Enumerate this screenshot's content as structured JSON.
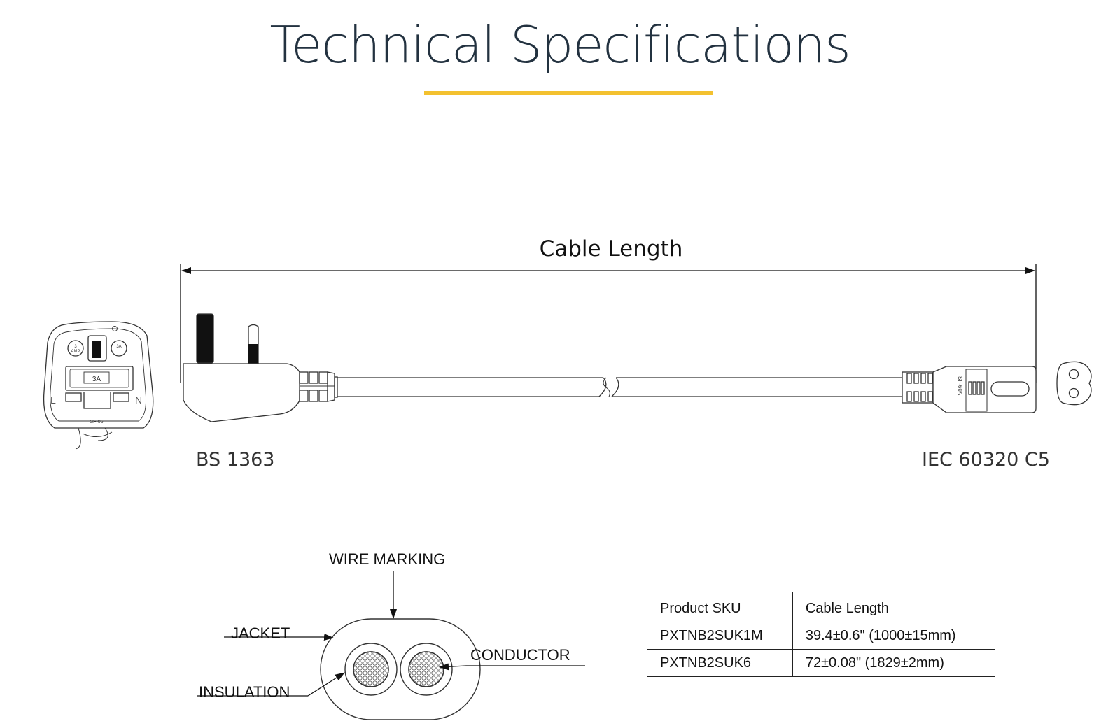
{
  "header": {
    "title": "Technical Specifications",
    "accent_color": "#f3c12f"
  },
  "diagram": {
    "cable_length_label": "Cable Length",
    "left_connector": {
      "label": "BS 1363",
      "face_marks": [
        "3 AMP",
        "3A",
        "3A",
        "L",
        "N",
        "SF-06"
      ]
    },
    "right_connector": {
      "label": "IEC 60320 C5",
      "body_mark": "SF-60A"
    }
  },
  "cross_section": {
    "wire_marking": "WIRE MARKING",
    "jacket": "JACKET",
    "insulation": "INSULATION",
    "conductor": "CONDUCTOR"
  },
  "table": {
    "headers": [
      "Product SKU",
      "Cable Length"
    ],
    "rows": [
      [
        "PXTNB2SUK1M",
        "39.4±0.6\" (1000±15mm)"
      ],
      [
        "PXTNB2SUK6",
        "72±0.08\" (1829±2mm)"
      ]
    ]
  }
}
